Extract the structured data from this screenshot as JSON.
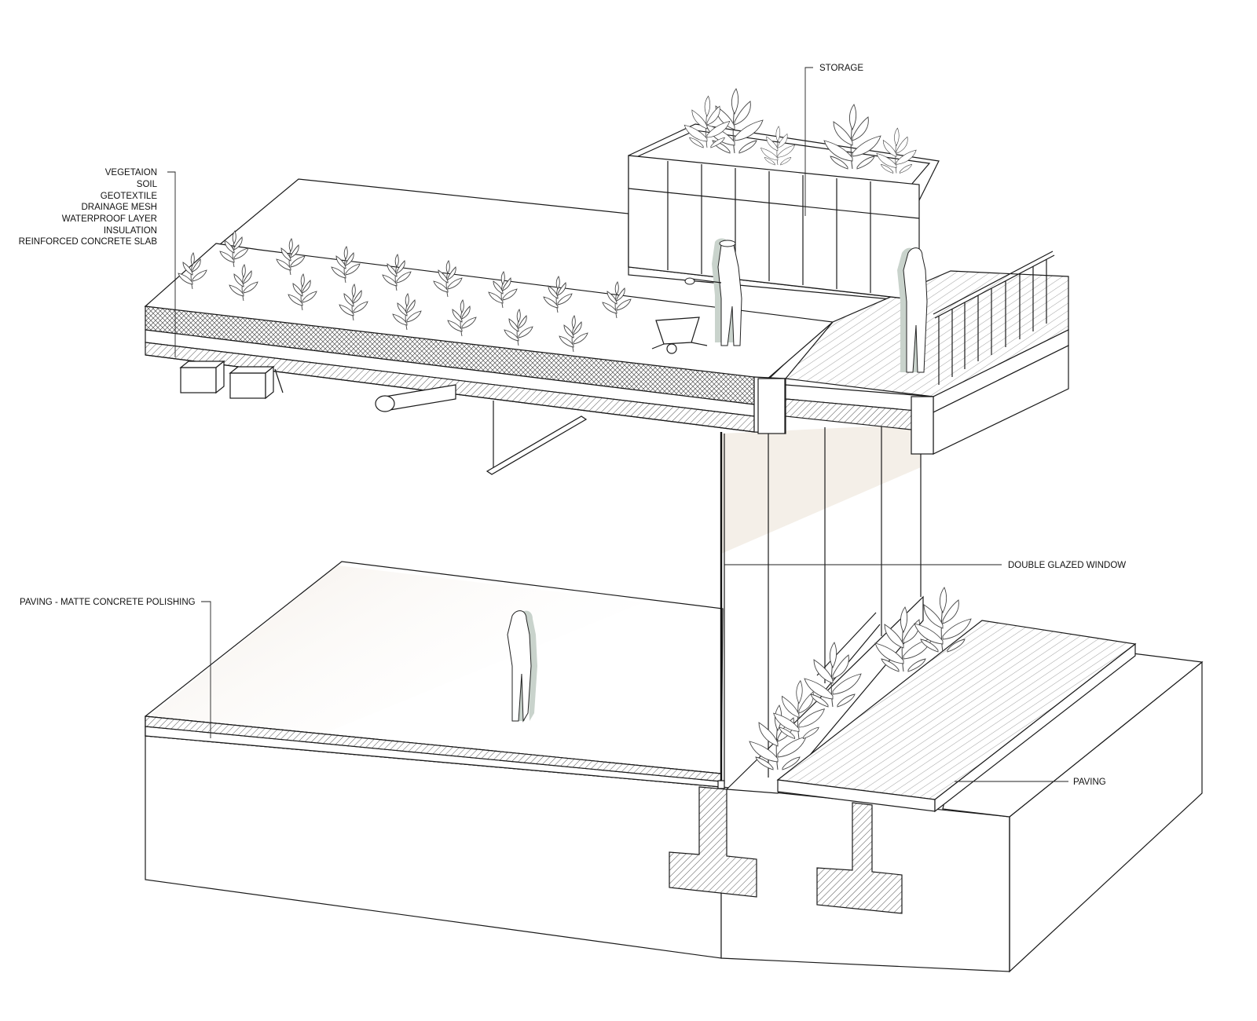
{
  "colors": {
    "line": "#1a1a1a",
    "light_wash": "#f3ede6",
    "shadow": "#c9d3cc",
    "background": "#ffffff"
  },
  "labels": {
    "layers": [
      "VEGETAION",
      "SOIL",
      "GEOTEXTILE",
      "DRAINAGE MESH",
      "WATERPROOF LAYER",
      "INSULATION",
      "REINFORCED CONCRETE SLAB"
    ],
    "storage": "STORAGE",
    "double_glazed_window": "DOUBLE GLAZED WINDOW",
    "paving_floor": "PAVING - MATTE CONCRETE POLISHING",
    "paving_deck": "PAVING"
  },
  "elements": {
    "figures": [
      "person-with-shovel",
      "person-on-deck",
      "person-on-floor"
    ],
    "icons": [
      "plant-icon",
      "wheelbarrow-icon",
      "duct-icon",
      "pipe-icon",
      "railing-icon"
    ]
  }
}
